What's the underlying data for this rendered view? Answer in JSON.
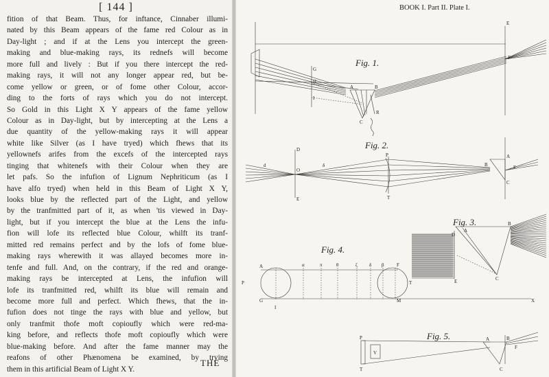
{
  "left_page": {
    "page_number": "[ 144 ]",
    "lines": [
      "fition of that Beam.  Thus, for inftance, Cinnaber illumi-",
      "nated by this Beam appears of the fame red Colour as in",
      "Day-light ; and if at the Lens you intercept the green-",
      "making and blue-making rays, its rednefs will become",
      "more full and lively : But if you there intercept the red-",
      "making rays, it will not any longer appear red, but be-",
      "come yellow or green, or of fome other Colour, accor-",
      "ding to the forts of rays which you do not intercept.",
      "So Gold in this Light X Y appears of the fame yellow",
      "Colour as in Day-light, but by intercepting at the Lens a",
      "due quantity of the yellow-making rays it will appear",
      "white like Silver (as I have tryed)  which fhews that its",
      "yellownefs arifes from the excefs of the intercepted rays",
      "tinging that whitenefs with their Colour when they are",
      "let pafs.   So the infufion of Lignum Nephriticum (as I",
      "have alfo tryed)  when held in this Beam of Light X Y,",
      "looks blue by the reflected part of the Light, and yellow",
      "by the tranfmitted part of it, as when 'tis viewed in Day-",
      "light, but if you intercept the blue at the Lens the infu-",
      "fion will lofe its reflected blue Colour, whilft its tranf-",
      "mitted red remains perfect and by the lofs of fome blue-",
      "making rays wherewith it was allayed becomes more in-",
      "tenfe and full.  And, on the contrary, if the red and orange-",
      "making rays be intercepted at Lens, the infufion will",
      "lofe its tranfmitted red, whilft its blue will remain and",
      "become more full and perfect.  Which fhews, that the in-",
      "fufion does not tinge the rays with blue and yellow, but",
      "only tranfmit thofe moft copioufly which were red-ma-",
      "king before, and reflects thofe moft copioufly which were",
      "blue-making before.  And after the fame manner may the",
      "reafons of other Phænomena be examined, by trying",
      "them in this artificial Beam of Light X Y."
    ],
    "catchword": "THE"
  },
  "right_page": {
    "header": "BOOK I. Part II. Plate I.",
    "figures": [
      {
        "label": "Fig. 1.",
        "points": [
          "E",
          "G",
          "H",
          "I",
          "A",
          "B",
          "C",
          "R",
          "F"
        ]
      },
      {
        "label": "Fig. 2.",
        "points": [
          "D",
          "d",
          "O",
          "δ",
          "E",
          "P",
          "T",
          "B",
          "A",
          "F",
          "C"
        ]
      },
      {
        "label": "Fig. 3.",
        "points": [
          "D",
          "A",
          "B",
          "E",
          "C"
        ]
      },
      {
        "label": "Fig. 4.",
        "points": [
          "A",
          "α",
          "π",
          "θ",
          "ζ",
          "δ",
          "β",
          "F",
          "P",
          "T",
          "G",
          "M",
          "X",
          "I"
        ]
      },
      {
        "label": "Fig. 5.",
        "points": [
          "P",
          "T",
          "V",
          "A",
          "B",
          "C",
          "F"
        ]
      }
    ]
  }
}
